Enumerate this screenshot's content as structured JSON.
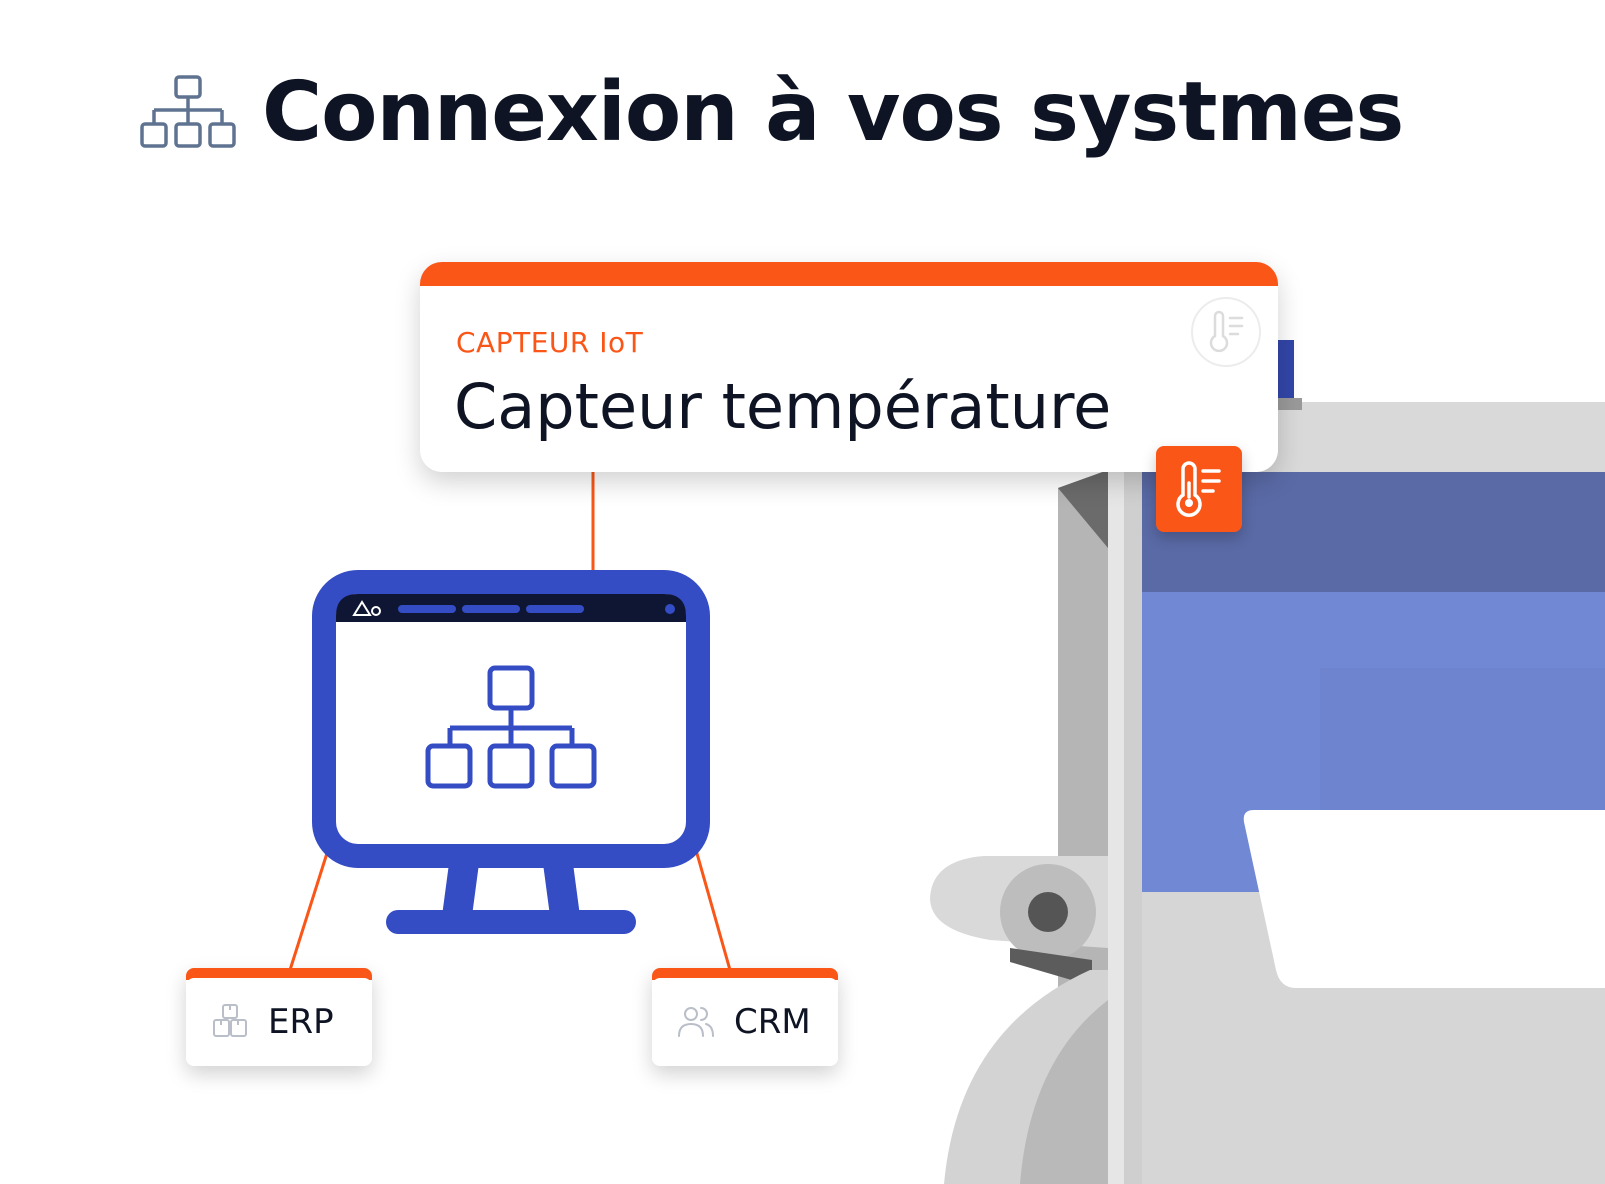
{
  "header": {
    "title": "Connexion à vos systmes",
    "icon": "network-hierarchy-icon"
  },
  "sensor_card": {
    "kind": "CAPTEUR IoT",
    "name": "Capteur température",
    "icon": "thermometer-icon"
  },
  "systems": [
    {
      "label": "ERP",
      "icon": "boxes-icon"
    },
    {
      "label": "CRM",
      "icon": "users-icon"
    }
  ],
  "colors": {
    "accent": "#fa5617",
    "monitor_blue": "#344cc4",
    "text": "#0e1424",
    "machine_gray": "#d6d6d6",
    "machine_blue": "#7188d4"
  }
}
